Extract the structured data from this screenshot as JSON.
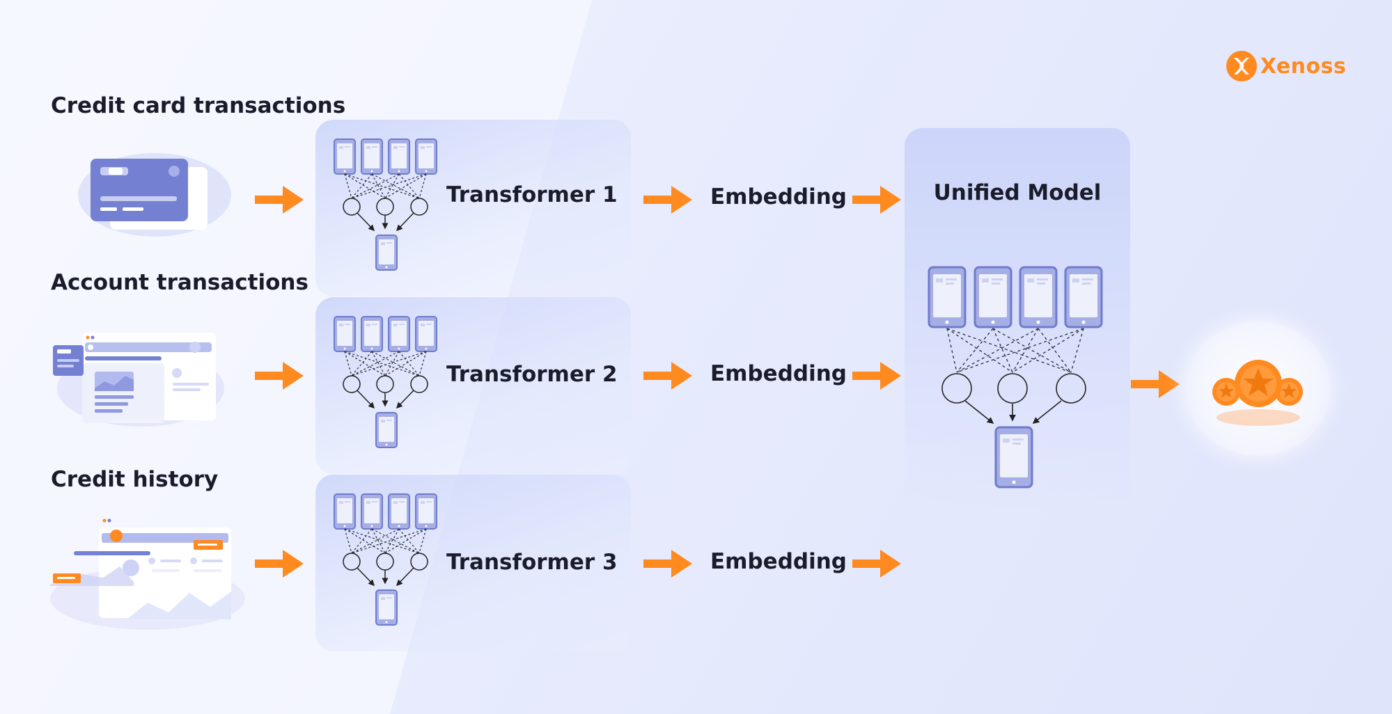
{
  "brand": {
    "name": "Xenoss",
    "color": "#ff8a1f"
  },
  "sources": [
    {
      "label": "Credit card transactions",
      "icon": "credit-card-icon"
    },
    {
      "label": "Account transactions",
      "icon": "account-dashboard-icon"
    },
    {
      "label": "Credit history",
      "icon": "credit-history-chart-icon"
    }
  ],
  "transformers": [
    {
      "label": "Transformer 1"
    },
    {
      "label": "Transformer 2"
    },
    {
      "label": "Transformer 3"
    }
  ],
  "embeddings": [
    {
      "label": "Embedding"
    },
    {
      "label": "Embedding"
    },
    {
      "label": "Embedding"
    }
  ],
  "unified_model": {
    "label": "Unified Model"
  },
  "output": {
    "icon": "star-coins-icon"
  },
  "colors": {
    "accent": "#ff8a1f",
    "panel": "#d5dcfb",
    "device": "#7b87d6",
    "text": "#1b1c2b"
  }
}
